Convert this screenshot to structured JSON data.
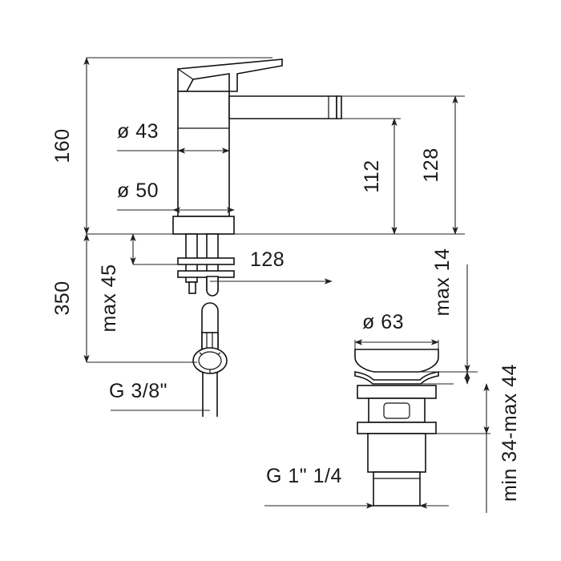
{
  "drawing": {
    "type": "technical-dimension-drawing",
    "subject": "single-lever basin mixer tap with pop-up waste drain",
    "units": "mm",
    "background_color": "#ffffff",
    "line_color": "#222222",
    "text_color": "#1a1a1a"
  },
  "dimensions": {
    "overall_height": "160",
    "total_height": "350",
    "spout_diameter": "ø 43",
    "body_diameter": "ø 50",
    "spout_height": "112",
    "spout_height_outer": "128",
    "spout_reach": "128",
    "max_deck_thickness": "max 45",
    "inlet_thread": "G 3/8\"",
    "drain_cap_diameter": "ø 63",
    "drain_cap_height": "max 14",
    "drain_thread": "G 1\" 1/4",
    "drain_adjust_range": "min 34-max 44"
  },
  "labels": [
    {
      "id": "height-160",
      "text": "160",
      "orientation": "vertical"
    },
    {
      "id": "height-350",
      "text": "350",
      "orientation": "vertical"
    },
    {
      "id": "dia-43",
      "text": "ø 43",
      "orientation": "horizontal"
    },
    {
      "id": "dia-50",
      "text": "ø 50",
      "orientation": "horizontal"
    },
    {
      "id": "spout-112",
      "text": "112",
      "orientation": "vertical"
    },
    {
      "id": "spout-128",
      "text": "128",
      "orientation": "vertical"
    },
    {
      "id": "reach-128",
      "text": "128",
      "orientation": "horizontal"
    },
    {
      "id": "max-45",
      "text": "max 45",
      "orientation": "vertical"
    },
    {
      "id": "thread-g38",
      "text": "G 3/8\"",
      "orientation": "horizontal"
    },
    {
      "id": "dia-63",
      "text": "ø 63",
      "orientation": "horizontal"
    },
    {
      "id": "max-14",
      "text": "max 14",
      "orientation": "vertical"
    },
    {
      "id": "thread-g114",
      "text": "G 1\" 1/4",
      "orientation": "horizontal"
    },
    {
      "id": "range-34-44",
      "text": "min 34-max 44",
      "orientation": "vertical"
    }
  ]
}
